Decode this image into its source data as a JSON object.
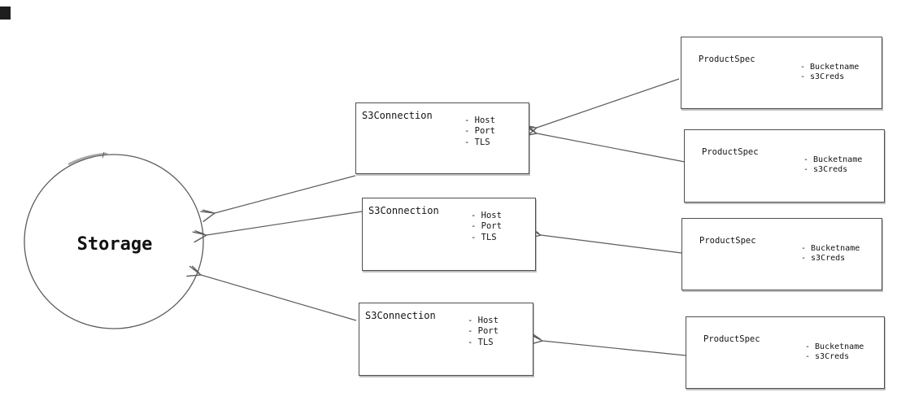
{
  "diagram": {
    "storage": {
      "label": "Storage"
    },
    "s3_connections": [
      {
        "title": "S3Connection",
        "attributes": [
          "- Host",
          "- Port",
          "- TLS"
        ]
      },
      {
        "title": "S3Connection",
        "attributes": [
          "- Host",
          "- Port",
          "- TLS"
        ]
      },
      {
        "title": "S3Connection",
        "attributes": [
          "- Host",
          "- Port",
          "- TLS"
        ]
      }
    ],
    "product_specs": [
      {
        "title": "ProductSpec",
        "attributes": [
          "- Bucketname",
          "- s3Creds"
        ]
      },
      {
        "title": "ProductSpec",
        "attributes": [
          "- Bucketname",
          "- s3Creds"
        ]
      },
      {
        "title": "ProductSpec",
        "attributes": [
          "- Bucketname",
          "- s3Creds"
        ]
      },
      {
        "title": "ProductSpec",
        "attributes": [
          "- Bucketname",
          "- s3Creds"
        ]
      }
    ],
    "edges": [
      {
        "from": "product-spec-1",
        "to": "s3-connection-1"
      },
      {
        "from": "product-spec-2",
        "to": "s3-connection-1"
      },
      {
        "from": "product-spec-3",
        "to": "s3-connection-2"
      },
      {
        "from": "product-spec-4",
        "to": "s3-connection-3"
      },
      {
        "from": "s3-connection-1",
        "to": "storage"
      },
      {
        "from": "s3-connection-2",
        "to": "storage"
      },
      {
        "from": "s3-connection-3",
        "to": "storage"
      }
    ],
    "colors": {
      "stroke": "#5c5c5c",
      "text": "#141414",
      "background": "#ffffff",
      "corner_mark": "#1e1e1e"
    }
  }
}
